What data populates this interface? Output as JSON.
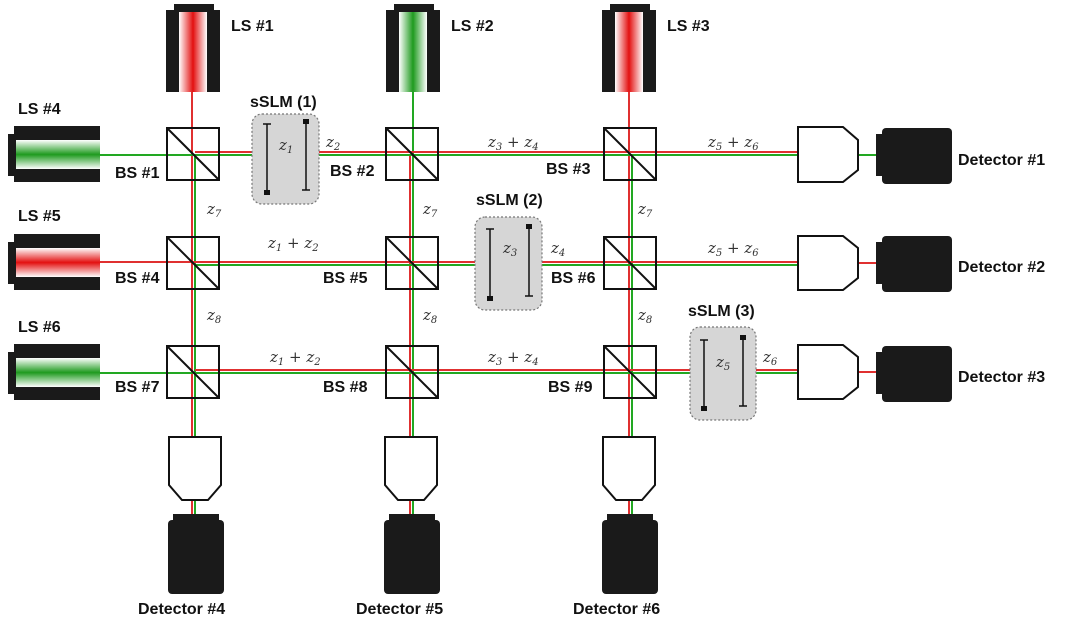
{
  "colors": {
    "red_beam": "#e03030",
    "green_beam": "#22a822",
    "housing": "#1a1a1a",
    "slm_fill": "#d6d6d6"
  },
  "light_sources": {
    "ls1": "LS #1",
    "ls2": "LS #2",
    "ls3": "LS #3",
    "ls4": "LS #4",
    "ls5": "LS #5",
    "ls6": "LS #6"
  },
  "beam_splitters": {
    "bs1": "BS #1",
    "bs2": "BS #2",
    "bs3": "BS #3",
    "bs4": "BS #4",
    "bs5": "BS #5",
    "bs6": "BS #6",
    "bs7": "BS #7",
    "bs8": "BS #8",
    "bs9": "BS #9"
  },
  "slms": {
    "slm1": "sSLM (1)",
    "slm2": "sSLM (2)",
    "slm3": "sSLM (3)"
  },
  "detectors": {
    "d1": "Detector #1",
    "d2": "Detector #2",
    "d3": "Detector #3",
    "d4": "Detector #4",
    "d5": "Detector #5",
    "d6": "Detector #6"
  },
  "vars": {
    "z": "z",
    "plus": " + ",
    "s1": "1",
    "s2": "2",
    "s3": "3",
    "s4": "4",
    "s5": "5",
    "s6": "6",
    "s7": "7",
    "s8": "8"
  }
}
